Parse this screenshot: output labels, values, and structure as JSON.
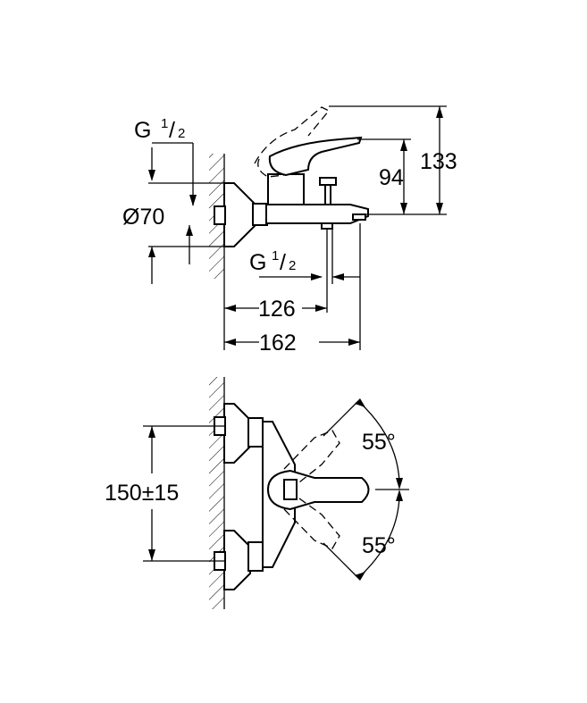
{
  "side_view": {
    "thread_top": {
      "main": "G",
      "sup": "1",
      "sub": "2"
    },
    "diameter": "Ø70",
    "thread_bottom": {
      "main": "G",
      "sup": "1",
      "sub": "2"
    },
    "dim_126": "126",
    "dim_162": "162",
    "dim_94": "94",
    "dim_133": "133"
  },
  "top_view": {
    "spacing": "150±15",
    "angle_top": "55°",
    "angle_bottom": "55°"
  }
}
